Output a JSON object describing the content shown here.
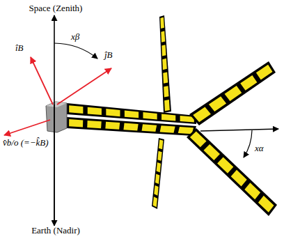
{
  "diagram": {
    "labels": [
      "Space (Zenith)",
      "Earth (Nadir)",
      "xβ",
      "xα",
      "îB",
      "ĵB",
      "v̂b/o (=−k̂B)"
    ]
  }
}
